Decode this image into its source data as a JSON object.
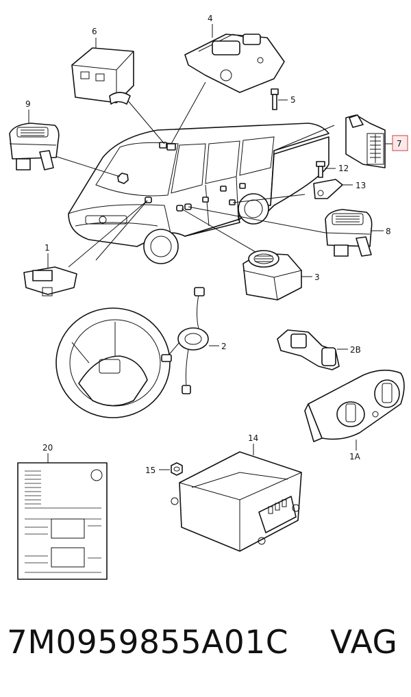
{
  "callouts": {
    "c1": "1",
    "c1a": "1A",
    "c2": "2",
    "c2b": "2B",
    "c3": "3",
    "c4": "4",
    "c5": "5",
    "c6": "6",
    "c7": "7",
    "c8": "8",
    "c9": "9",
    "c12": "12",
    "c13": "13",
    "c14": "14",
    "c15": "15",
    "c20": "20"
  },
  "highlight_color": "#d04040",
  "footer": {
    "part_number": "7M0959855A01C",
    "brand": "VAG"
  }
}
